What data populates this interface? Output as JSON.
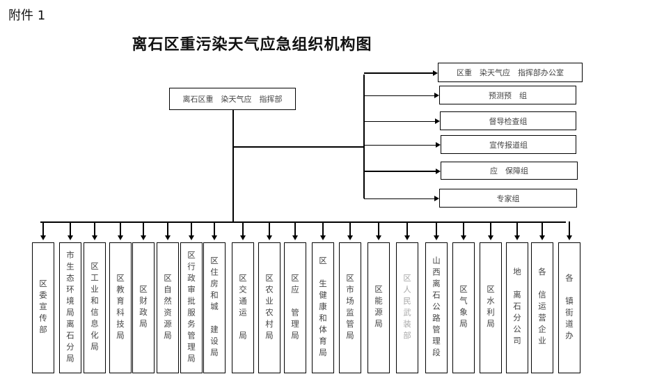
{
  "attachment_label": "附件 1",
  "title": "离石区重污染天气应急组织机构图",
  "command": "离石区重　染天气应　指挥部",
  "right_groups": [
    "区重　染天气应　指挥部办公室",
    "预测预　组",
    "督导检查组",
    "宣传报道组",
    "应　保障组",
    "专家组"
  ],
  "departments": [
    "区委宣传部",
    "市生态环境局离石分局",
    "区工业和信息化局",
    "区教育科技局",
    "区财政局",
    "区自然资源局",
    "区行政审批服务管理局",
    "区住房和城　建设局",
    "区交通运　局",
    "区农业农村局",
    "区应　管理局",
    "区　生健康和体育局",
    "区市场监管局",
    "区能源局",
    "区人民武装部",
    "山西离石公路管理段",
    "区气象局",
    "区水利局",
    "地　离石分公司",
    "各　信运营企业",
    "各　镇街道办"
  ]
}
